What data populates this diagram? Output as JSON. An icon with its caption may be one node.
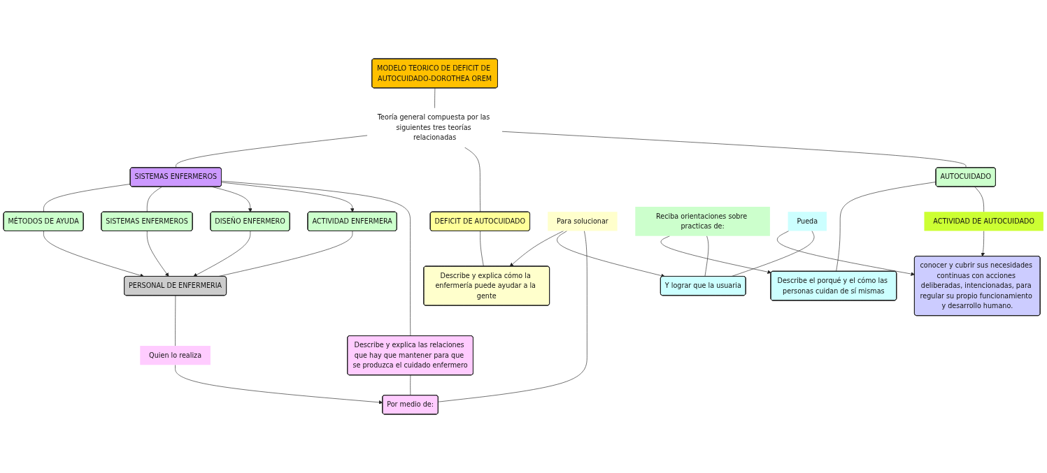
{
  "diagram": {
    "nodes": [
      {
        "text": [
          "MODELO TEORICO DE DEFICIT DE AUTOCUIDADO-DOROTHEA OREM"
        ]
      },
      {
        "text": [
          "Teoría general compuesta por las siguientes tres teorías relacionadas"
        ]
      },
      {
        "text": [
          "AUTOCUIDADO"
        ]
      },
      {
        "text": [
          "DEFICIT DE AUTOCUIDADO"
        ]
      },
      {
        "text": [
          "SISTEMAS ENFERMEROS"
        ]
      },
      {
        "text": [
          "ACTIVIDAD DE AUTOCUIDADO"
        ]
      },
      {
        "text": [
          "conocer y cubrir sus necesidades continuas con acciones deliberadas, intencionadas, para regular su propio funcionamiento y desarrollo humano."
        ]
      },
      {
        "text": [
          "Describe el porqué y el cómo las personas cuidan de sí mismas"
        ]
      },
      {
        "text": [
          "Describe y explica cómo la enfermería puede ayudar a la gente"
        ]
      },
      {
        "text": [
          "Describe y explica las relaciones que hay que mantener para que se produzca el cuidado enfermero"
        ]
      },
      {
        "text": [
          "ACTIVIDAD ENFERMERA"
        ]
      },
      {
        "text": [
          "DISEÑO ENFERMERO"
        ]
      },
      {
        "text": [
          "SISTEMAS ENFERMEROS"
        ]
      },
      {
        "text": [
          "MÉTODOS DE AYUDA"
        ]
      },
      {
        "text": [
          "PERSONAL DE ENFERMERIA"
        ]
      },
      {
        "text": [
          "Quien lo realiza"
        ]
      },
      {
        "text": [
          "Por medio de:"
        ]
      },
      {
        "text": [
          "Para solucionar"
        ]
      },
      {
        "text": [
          "Y lograr que la usuaria"
        ]
      },
      {
        "text": [
          "Reciba orientaciones sobre practicas de:"
        ]
      },
      {
        "text": [
          "Pueda"
        ]
      }
    ],
    "edges": [
      {
        "from": 0,
        "to": 1,
        "arrow": "none"
      },
      {
        "from": 1,
        "to": 2,
        "arrow": "none"
      },
      {
        "from": 1,
        "to": 3,
        "arrow": "none"
      },
      {
        "from": 1,
        "to": 4,
        "arrow": "none"
      },
      {
        "from": 2,
        "to": 5,
        "arrow": "none"
      },
      {
        "from": 5,
        "to": 6,
        "arrow": "to"
      },
      {
        "from": 2,
        "to": 7,
        "arrow": "none"
      },
      {
        "from": 3,
        "to": 8,
        "arrow": "none"
      },
      {
        "from": 4,
        "to": 9,
        "arrow": "none"
      },
      {
        "from": 4,
        "to": 10,
        "arrow": "to"
      },
      {
        "from": 4,
        "to": 11,
        "arrow": "to"
      },
      {
        "from": 4,
        "to": 12,
        "arrow": "none"
      },
      {
        "from": 4,
        "to": 13,
        "arrow": "none"
      },
      {
        "from": 10,
        "to": 14,
        "arrow": "none"
      },
      {
        "from": 11,
        "to": 14,
        "arrow": "to"
      },
      {
        "from": 12,
        "to": 14,
        "arrow": "to"
      },
      {
        "from": 13,
        "to": 14,
        "arrow": "to"
      },
      {
        "from": 14,
        "to": 15,
        "arrow": "none"
      },
      {
        "from": 15,
        "to": 16,
        "arrow": "to"
      },
      {
        "from": 9,
        "to": 16,
        "arrow": "none"
      },
      {
        "from": 16,
        "to": 17,
        "arrow": "none"
      },
      {
        "from": 17,
        "to": 18,
        "arrow": "to"
      },
      {
        "from": 17,
        "to": 8,
        "arrow": "to"
      },
      {
        "from": 18,
        "to": 19,
        "arrow": "none"
      },
      {
        "from": 19,
        "to": 7,
        "arrow": "to"
      },
      {
        "from": 18,
        "to": 20,
        "arrow": "none"
      },
      {
        "from": 20,
        "to": 6,
        "arrow": "to"
      }
    ]
  }
}
